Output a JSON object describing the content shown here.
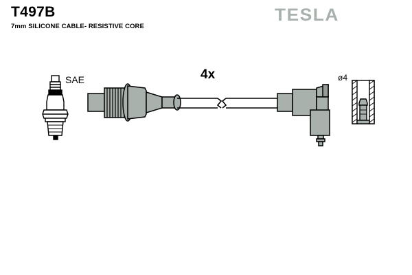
{
  "header": {
    "part_number": "T497B",
    "description": "7mm SILICONE CABLE- RESISTIVE CORE",
    "brand": "TESLA"
  },
  "annotations": {
    "spark_plug_standard": "SAE",
    "quantity": "4x",
    "terminal_diameter": "ø4"
  },
  "colors": {
    "outline": "#000000",
    "component_fill": "#a9b1ac",
    "component_fill_dark": "#959d98",
    "cable_fill": "#ffffff",
    "brand_gray": "#a9b1ac",
    "background": "#ffffff"
  },
  "components": [
    {
      "name": "spark-plug",
      "label": "SAE"
    },
    {
      "name": "straight-boot-connector",
      "label": ""
    },
    {
      "name": "ignition-cable",
      "label": "4x"
    },
    {
      "name": "right-angle-boot-connector",
      "label": ""
    },
    {
      "name": "terminal-sleeve-section",
      "label": "ø4"
    }
  ]
}
